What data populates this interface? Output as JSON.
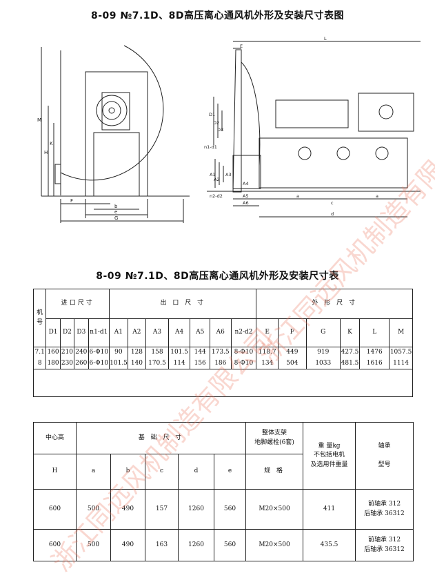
{
  "drawing_title": "8-09 №7.1D、8D高压离心通风机外形及安装尺寸表图",
  "table_title": "8-09 №7.1D、8D高压离心通风机外形及安装尺寸表",
  "drawing_labels": {
    "left": [
      "M",
      "H",
      "K",
      "F",
      "b",
      "e",
      "G"
    ],
    "right": [
      "E",
      "L",
      "D1",
      "D2",
      "D3",
      "n1-d1",
      "A1",
      "A2",
      "A3",
      "A4",
      "n2-d2",
      "A5",
      "A6",
      "a",
      "a",
      "c",
      "d"
    ]
  },
  "table1": {
    "group_headers": {
      "model": "机号",
      "inlet": "进口尺寸",
      "outlet": "出 口 尺 寸",
      "overall": "外 形 尺 寸"
    },
    "columns": [
      "D1",
      "D2",
      "D3",
      "n1-d1",
      "A1",
      "A2",
      "A3",
      "A4",
      "A5",
      "A6",
      "n2-d2",
      "E",
      "F",
      "G",
      "K",
      "L",
      "M"
    ],
    "rows": [
      {
        "model": "7.1",
        "values": [
          "160",
          "210",
          "240",
          "6-Φ10",
          "90",
          "128",
          "158",
          "101.5",
          "144",
          "173.5",
          "8-Φ10",
          "118.7",
          "449",
          "919",
          "427.5",
          "1476",
          "1057.5"
        ]
      },
      {
        "model": "8",
        "values": [
          "180",
          "230",
          "260",
          "6-Φ10",
          "101.5",
          "140",
          "170.5",
          "114",
          "156",
          "186",
          "8-Φ10",
          "134",
          "504",
          "1033",
          "481.5",
          "1616",
          "1114"
        ]
      }
    ]
  },
  "table2": {
    "headers": {
      "center_height": "中心高",
      "foundation": "基 础 尺 寸",
      "bolt_line1": "整体支架",
      "bolt_line2": "地脚螺栓(6套)",
      "weight": "重 量kg",
      "bearing": "轴承",
      "weight_note_line1": "不包括电机",
      "weight_note_line2": "及选用件重量",
      "spec": "规 格",
      "model_no": "型号"
    },
    "columns": [
      "H",
      "a",
      "b",
      "c",
      "d",
      "e"
    ],
    "rows": [
      {
        "values": [
          "600",
          "500",
          "490",
          "157",
          "1260",
          "560"
        ],
        "bolt": "M20×500",
        "weight": "411",
        "bearing_front": "前轴承 312",
        "bearing_rear": "后轴承 36312"
      },
      {
        "values": [
          "600",
          "500",
          "490",
          "163",
          "1260",
          "560"
        ],
        "bolt": "M20×500",
        "weight": "435.5",
        "bearing_front": "前轴承 312",
        "bearing_rear": "后轴承 36312"
      }
    ]
  },
  "watermark": "浙江同远风机制造有限公司"
}
